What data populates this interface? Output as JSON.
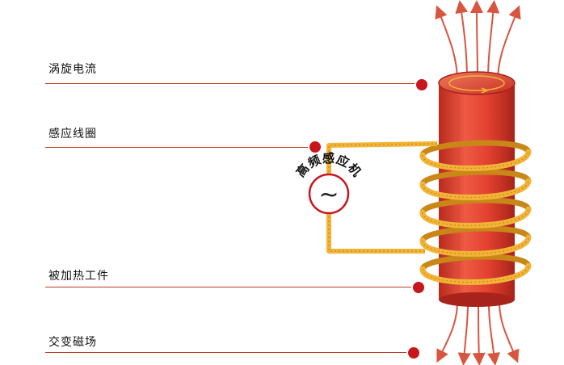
{
  "labels": {
    "eddy_current": "涡旋电流",
    "induction_coil": "感应线圈",
    "workpiece": "被加热工件",
    "alternating_field": "交变磁场"
  },
  "generator": {
    "text": "高频感应机",
    "symbol": "~"
  },
  "colors": {
    "workpiece": "#e2412f",
    "workpiece_dark": "#a8231a",
    "coil": "#f2b437",
    "coil_dark": "#c98719",
    "marker": "#c8161d",
    "leader": "#c0392b",
    "field_arrow": "#d8553f"
  }
}
